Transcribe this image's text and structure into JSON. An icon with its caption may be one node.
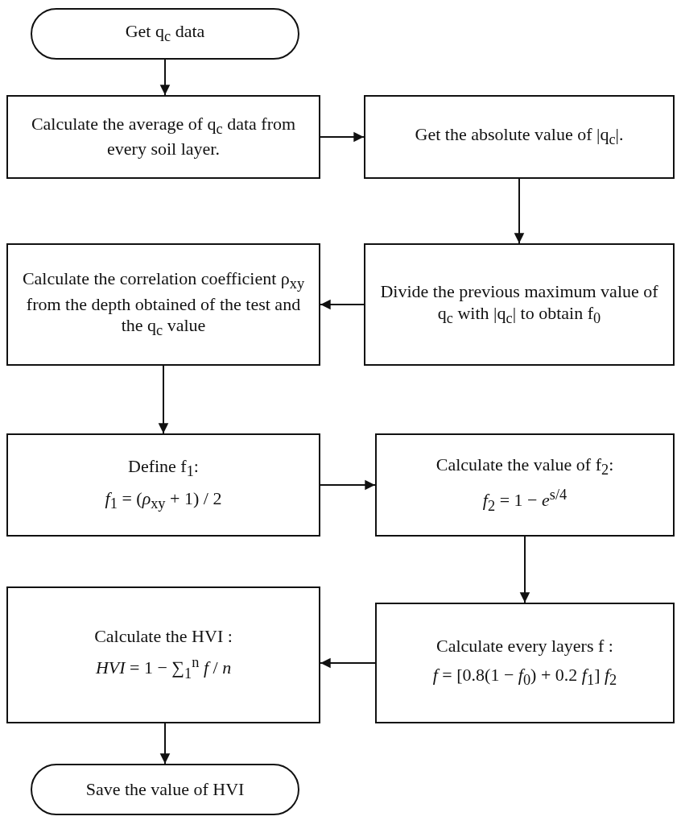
{
  "diagram": {
    "nodes": [
      {
        "text": [
          "Get q$_{c}$ data"
        ]
      },
      {
        "text": [
          "Calculate the average of q$_{c}$ data from every soil layer."
        ]
      },
      {
        "text": [
          "Get the absolute value of |q$_{c}$|."
        ]
      },
      {
        "text": [
          "Divide the previous maximum value of q$_{c}$ with |q$_{c}$| to obtain f$_{0}$"
        ]
      },
      {
        "text": [
          "Calculate the correlation coefficient ρ$_{xy}$ from the depth obtained of the test and the q$_{c}$ value"
        ]
      },
      {
        "text": [
          "Define f$_{1}$:",
          "*f*$_{1}$ = (*ρ*$_{xy}$ + 1) / 2"
        ]
      },
      {
        "text": [
          "Calculate the value of f$_{2}$:",
          "*f*$_{2}$ = 1 − *e*$^{s/4}$"
        ]
      },
      {
        "text": [
          "Calculate every layers f :",
          "*f* = [0.8(1 − *f*$_{0}$) + 0.2 *f*$_{1}$] *f*$_{2}$"
        ]
      },
      {
        "text": [
          "Calculate the HVI :",
          "*HVI* = 1 − ∑$_{1}$$^{n}$ *f* / *n*"
        ]
      },
      {
        "text": [
          "Save the value of HVI"
        ]
      }
    ],
    "edges": [
      {
        "from": 0,
        "to": 1,
        "arrow": "to"
      },
      {
        "from": 1,
        "to": 2,
        "arrow": "to"
      },
      {
        "from": 2,
        "to": 3,
        "arrow": "to"
      },
      {
        "from": 3,
        "to": 4,
        "arrow": "to"
      },
      {
        "from": 4,
        "to": 5,
        "arrow": "to"
      },
      {
        "from": 5,
        "to": 6,
        "arrow": "to"
      },
      {
        "from": 6,
        "to": 7,
        "arrow": "to"
      },
      {
        "from": 7,
        "to": 8,
        "arrow": "to"
      },
      {
        "from": 8,
        "to": 9,
        "arrow": "to"
      }
    ]
  }
}
